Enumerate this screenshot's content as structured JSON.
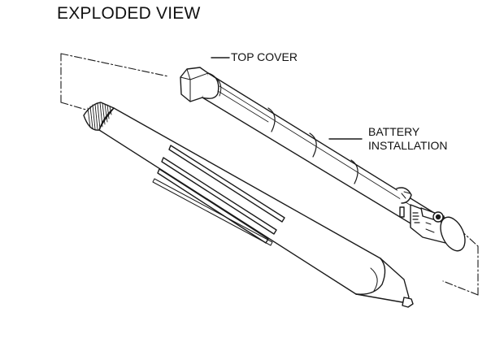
{
  "title": "EXPLODED VIEW",
  "callouts": {
    "top_cover": "TOP COVER",
    "battery_line1": "BATTERY",
    "battery_line2": "INSTALLATION"
  }
}
